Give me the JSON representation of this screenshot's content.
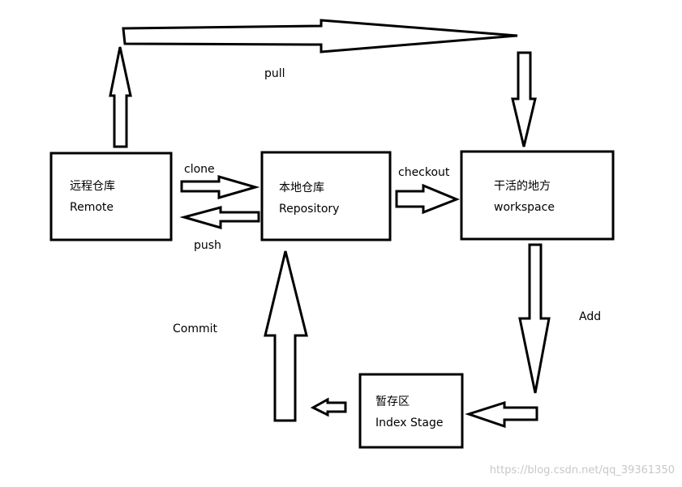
{
  "boxes": {
    "remote": {
      "title": "远程仓库",
      "subtitle": "Remote"
    },
    "repository": {
      "title": "本地仓库",
      "subtitle": "Repository"
    },
    "workspace": {
      "title": "干活的地方",
      "subtitle": "workspace"
    },
    "index": {
      "title": "暂存区",
      "subtitle": "Index Stage"
    }
  },
  "arrows": {
    "pull": "pull",
    "clone": "clone",
    "push": "push",
    "checkout": "checkout",
    "add": "Add",
    "commit": "Commit"
  },
  "watermark": "https://blog.csdn.net/qq_39361350",
  "colors": {
    "stroke": "#000000",
    "background": "#ffffff",
    "watermark": "#c8c8c8"
  }
}
